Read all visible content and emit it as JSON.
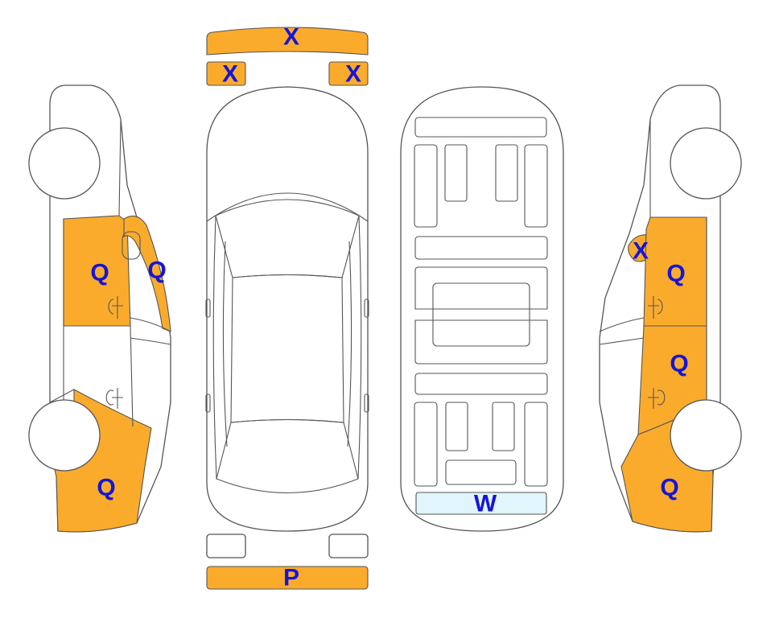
{
  "colors": {
    "damage": "#FBAB2C",
    "glass_damage": "#E1F5FC",
    "label": "#1515D8",
    "outline": "#555555"
  },
  "labels": {
    "front_bumper": "X",
    "front_left_light": "X",
    "front_right_light": "X",
    "rear_bumper": "P",
    "left_front_door": "Q",
    "left_a_pillar": "Q",
    "left_rear_quarter": "Q",
    "right_a_pillar": "X",
    "right_front_door": "Q",
    "right_rear_door": "Q",
    "right_rear_quarter": "Q",
    "rear_window": "W"
  }
}
